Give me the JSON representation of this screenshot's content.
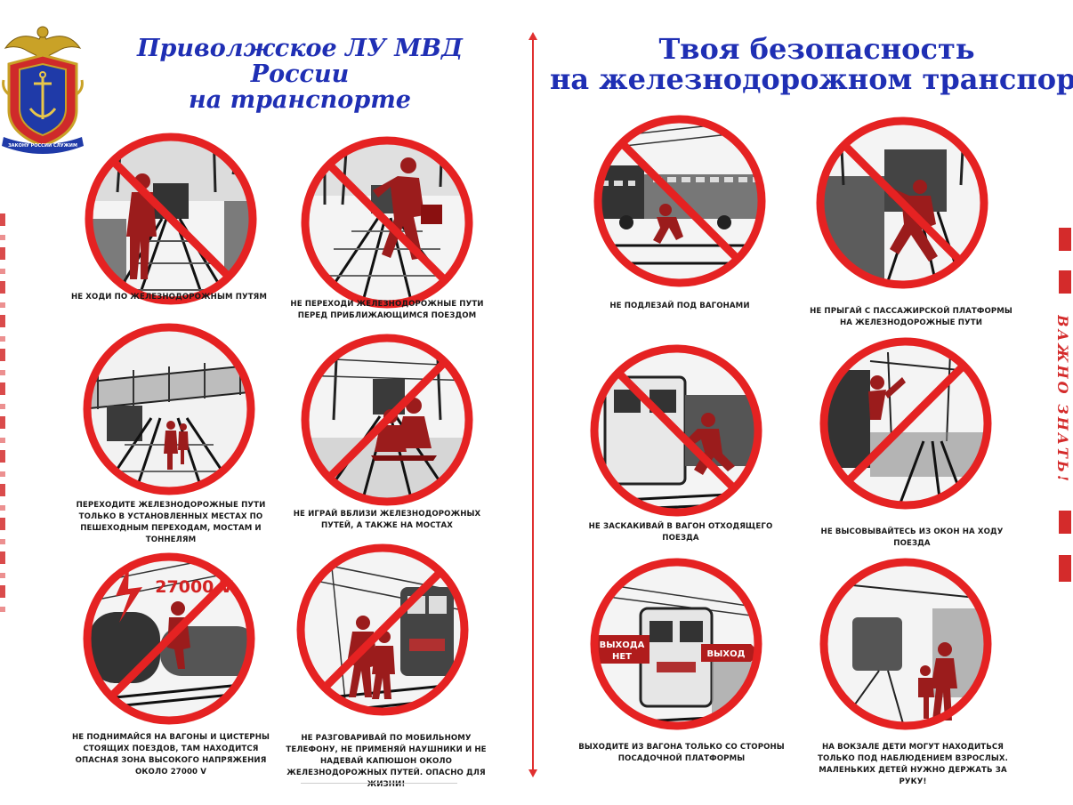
{
  "emblem": {
    "ribbon_text": "ЗАКОНУ РОССИИ СЛУЖИМ"
  },
  "header": {
    "left_title_line1": "Приволжское ЛУ МВД России",
    "left_title_line2": "на транспорте",
    "right_title_line1": "Твоя безопасность",
    "right_title_line2": "на железнодорожном транспорте"
  },
  "side_banner": {
    "text": "ВАЖНО ЗНАТЬ!"
  },
  "signs": [
    {
      "id": "walk-on-tracks",
      "caption": "НЕ ХОДИ ПО ЖЕЛЕЗНОДОРОЖНЫМ ПУТЯМ",
      "prohibited": true
    },
    {
      "id": "cross-before-train",
      "caption": "НЕ ПЕРЕХОДИ ЖЕЛЕЗНОДОРОЖНЫЕ ПУТИ ПЕРЕД ПРИБЛИЖАЮЩИМСЯ ПОЕЗДОМ",
      "prohibited": true
    },
    {
      "id": "designated-crossings",
      "caption": "ПЕРЕХОДИТЕ ЖЕЛЕЗНОДОРОЖНЫЕ ПУТИ ТОЛЬКО В УСТАНОВЛЕННЫХ МЕСТАХ ПО ПЕШЕХОДНЫМ ПЕРЕХОДАМ, МОСТАМ И ТОННЕЛЯМ",
      "prohibited": false
    },
    {
      "id": "play-near-tracks",
      "caption": "НЕ ИГРАЙ ВБЛИЗИ ЖЕЛЕЗНОДОРОЖНЫХ ПУТЕЙ, А ТАКЖЕ НА МОСТАХ",
      "prohibited": true
    },
    {
      "id": "climb-wagons",
      "caption": "НЕ ПОДНИМАЙСЯ НА ВАГОНЫ И ЦИСТЕРНЫ СТОЯЩИХ ПОЕЗДОВ, ТАМ НАХОДИТСЯ ОПАСНАЯ ЗОНА ВЫСОКОГО НАПРЯЖЕНИЯ ОКОЛО 27000 V",
      "prohibited": true,
      "voltage_label": "27000 V"
    },
    {
      "id": "phone-headphones",
      "caption": "НЕ РАЗГОВАРИВАЙ ПО МОБИЛЬНОМУ ТЕЛЕФОНУ, НЕ ПРИМЕНЯЙ НАУШНИКИ И НЕ НАДЕВАЙ КАПЮШОН ОКОЛО ЖЕЛЕЗНОДОРОЖНЫХ ПУТЕЙ. ОПАСНО ДЛЯ ЖИЗНИ!",
      "prohibited": true
    },
    {
      "id": "crawl-under-wagons",
      "caption": "НЕ ПОДЛЕЗАЙ ПОД ВАГОНАМИ",
      "prohibited": true
    },
    {
      "id": "jump-from-platform",
      "caption": "НЕ ПРЫГАЙ С ПАССАЖИРСКОЙ ПЛАТФОРМЫ НА ЖЕЛЕЗНОДОРОЖНЫЕ ПУТИ",
      "prohibited": true
    },
    {
      "id": "jump-into-departing",
      "caption": "НЕ ЗАСКАКИВАЙ В ВАГОН ОТХОДЯЩЕГО ПОЕЗДА",
      "prohibited": true
    },
    {
      "id": "lean-out-window",
      "caption": "НЕ ВЫСОВЫВАЙТЕСЬ ИЗ ОКОН НА ХОДУ ПОЕЗДА",
      "prohibited": true
    },
    {
      "id": "exit-platform-side",
      "caption": "ВЫХОДИТЕ ИЗ ВАГОНА ТОЛЬКО СО СТОРОНЫ ПОСАДОЧНОЙ ПЛАТФОРМЫ",
      "prohibited": false,
      "sign_no_exit_line1": "ВЫХОДА",
      "sign_no_exit_line2": "НЕТ",
      "sign_exit": "ВЫХОД"
    },
    {
      "id": "children-supervision",
      "caption": "НА ВОКЗАЛЕ ДЕТИ МОГУТ НАХОДИТЬСЯ ТОЛЬКО ПОД НАБЛЮДЕНИЕМ ВЗРОСЛЫХ. МАЛЕНЬКИХ ДЕТЕЙ НУЖНО ДЕРЖАТЬ ЗА РУКУ!",
      "prohibited": false
    }
  ]
}
